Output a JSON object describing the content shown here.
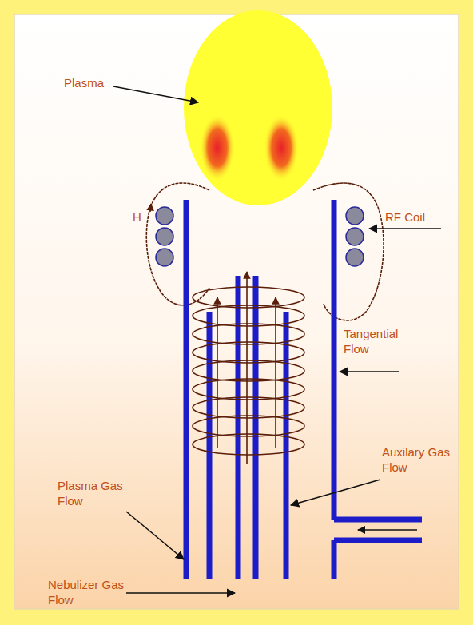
{
  "diagram": {
    "labels": [
      "Plasma",
      "H",
      "RF Coil",
      "Tangential Flow",
      "Auxilary Gas Flow",
      "Plasma Gas Flow",
      "Nebulizer Gas Flow"
    ]
  }
}
